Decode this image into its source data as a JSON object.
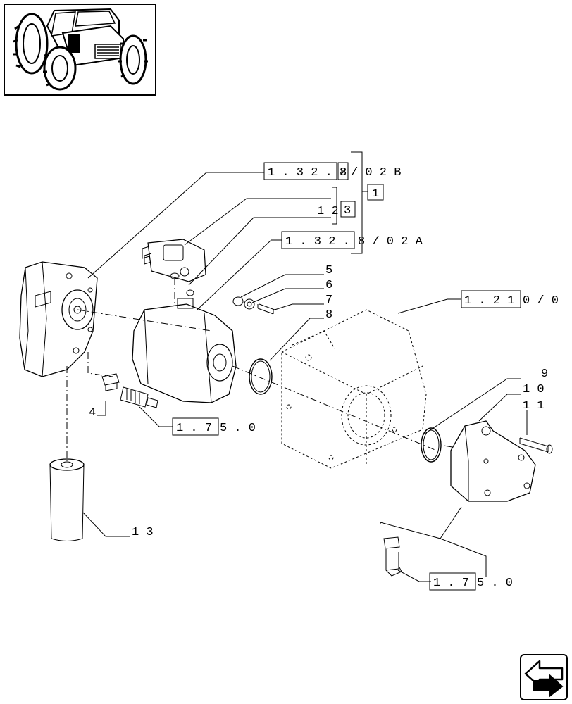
{
  "thumbnail": {
    "icon": "tractor-icon"
  },
  "nav": {
    "icon": "arrow-back-icon"
  },
  "callouts": {
    "ref_1_32_82_02b": {
      "boxed": "1 . 3 2 . 8",
      "boxed2": "2",
      "rest": "/ 0 2 B"
    },
    "ref_group_1": "1",
    "ref_12": {
      "text": "1 2",
      "boxed": "3"
    },
    "ref_1_32_8_02a": {
      "boxed": "1 . 3 2 .",
      "rest": "8 / 0 2 A"
    },
    "ref_5": "5",
    "ref_6": "6",
    "ref_7": "7",
    "ref_8": "8",
    "ref_1_21_0_0": {
      "boxed": "1 . 2 1 .",
      "rest": "0 / 0"
    },
    "ref_9": "9",
    "ref_10": "1 0",
    "ref_11": "1 1",
    "ref_4": "4",
    "ref_1_75_0_a": {
      "boxed": "1 . 7",
      "rest": "5 . 0"
    },
    "ref_13": "1 3",
    "ref_1_75_0_b": {
      "boxed": "1 . 7",
      "rest": "5 . 0"
    }
  }
}
